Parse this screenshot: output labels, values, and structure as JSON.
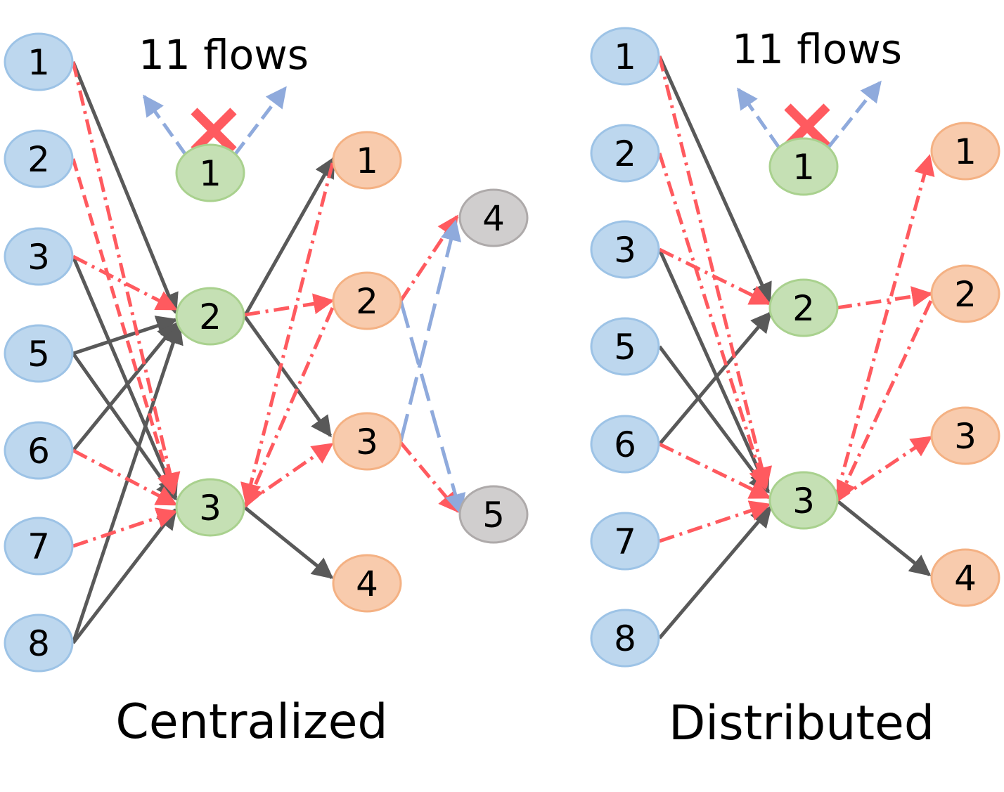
{
  "colors": {
    "source": {
      "fill": "#bdd7ee",
      "stroke": "#9dc3e6"
    },
    "middle": {
      "fill": "#c5e0b4",
      "stroke": "#a9d18e"
    },
    "dest": {
      "fill": "#f8cbad",
      "stroke": "#f4b183"
    },
    "extra": {
      "fill": "#d0cece",
      "stroke": "#aeaaaa"
    },
    "solid_edge": "#595959",
    "red_edge": "#ff5a5f",
    "blue_edge": "#8faadc",
    "cross": "#ff5a5f"
  },
  "panels": [
    {
      "id": "centralized",
      "caption": "Centralized",
      "flows_label": "11 flows",
      "sources": [
        "1",
        "2",
        "3",
        "5",
        "6",
        "7",
        "8"
      ],
      "failed_node": "1",
      "middle_nodes": [
        "2",
        "3"
      ],
      "dest_nodes": [
        "1",
        "2",
        "3",
        "4"
      ],
      "extra_nodes": [
        "4",
        "5"
      ]
    },
    {
      "id": "distributed",
      "caption": "Distributed",
      "flows_label": "11 flows",
      "sources": [
        "1",
        "2",
        "3",
        "5",
        "6",
        "7",
        "8"
      ],
      "failed_node": "1",
      "middle_nodes": [
        "2",
        "3"
      ],
      "dest_nodes": [
        "1",
        "2",
        "3",
        "4"
      ],
      "extra_nodes": []
    }
  ]
}
